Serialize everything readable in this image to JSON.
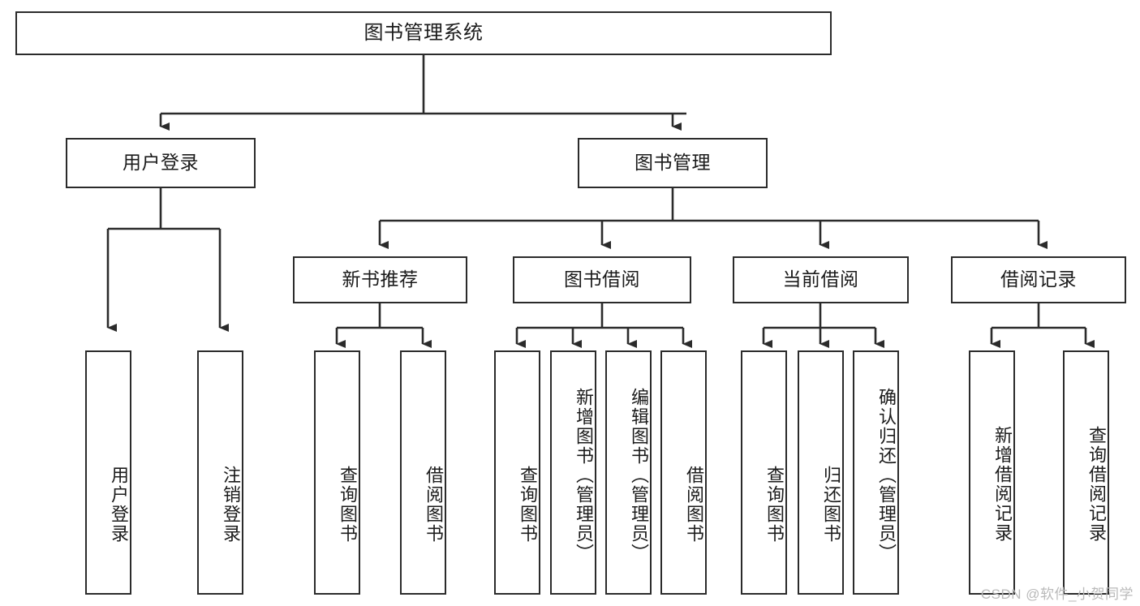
{
  "diagram": {
    "title": "图书管理系统",
    "watermark": "CSDN @软件_小贺同学",
    "line_color": "#2b2b2b",
    "box_fill": "#ffffff",
    "text_color": "#1b1b1b"
  },
  "root": {
    "label": "图书管理系统"
  },
  "level2": [
    {
      "label": "用户登录"
    },
    {
      "label": "图书管理"
    }
  ],
  "level3": [
    {
      "label": "新书推荐"
    },
    {
      "label": "图书借阅"
    },
    {
      "label": "当前借阅"
    },
    {
      "label": "借阅记录"
    }
  ],
  "leaves": {
    "user_login": [
      {
        "label": "用户登录"
      },
      {
        "label": "注销登录"
      }
    ],
    "new_book_recommend": [
      {
        "label": "查询图书"
      },
      {
        "label": "借阅图书"
      }
    ],
    "book_borrow": [
      {
        "label": "查询图书"
      },
      {
        "label": "新增图书（管理员）"
      },
      {
        "label": "编辑图书（管理员）"
      },
      {
        "label": "借阅图书"
      }
    ],
    "current_borrow": [
      {
        "label": "查询图书"
      },
      {
        "label": "归还图书"
      },
      {
        "label": "确认归还（管理员）"
      }
    ],
    "borrow_record": [
      {
        "label": "新增借阅记录"
      },
      {
        "label": "查询借阅记录"
      }
    ]
  }
}
